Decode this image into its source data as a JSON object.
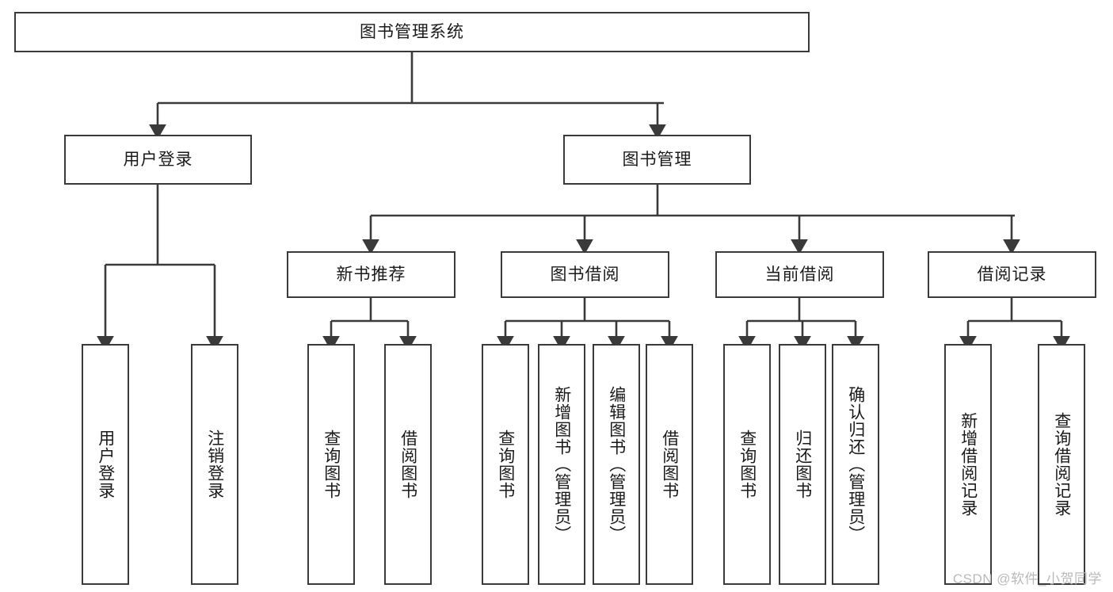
{
  "diagram": {
    "title": "图书管理系统",
    "type": "function-structure-tree",
    "style": {
      "box_border_color": "#3a3a3a",
      "box_fill_color": "#ffffff",
      "line_color": "#3a3a3a",
      "text_color": "#1a1a1a",
      "watermark_color": "#b9b9b9"
    },
    "watermark": "CSDN @软件_小贺同学",
    "root": {
      "label": "图书管理系统"
    },
    "level2": [
      {
        "label": "用户登录"
      },
      {
        "label": "图书管理"
      }
    ],
    "level3": [
      {
        "label": "新书推荐"
      },
      {
        "label": "图书借阅"
      },
      {
        "label": "当前借阅"
      },
      {
        "label": "借阅记录"
      }
    ],
    "leaves": {
      "user_login": [
        {
          "label": "用户登录"
        },
        {
          "label": "注销登录"
        }
      ],
      "new_book_recommend": [
        {
          "label": "查询图书"
        },
        {
          "label": "借阅图书"
        }
      ],
      "book_borrow": [
        {
          "label": "查询图书"
        },
        {
          "label": "新增图书（管理员）"
        },
        {
          "label": "编辑图书（管理员）"
        },
        {
          "label": "借阅图书"
        }
      ],
      "current_borrow": [
        {
          "label": "查询图书"
        },
        {
          "label": "归还图书"
        },
        {
          "label": "确认归还（管理员）"
        }
      ],
      "borrow_record": [
        {
          "label": "新增借阅记录"
        },
        {
          "label": "查询借阅记录"
        }
      ]
    }
  }
}
